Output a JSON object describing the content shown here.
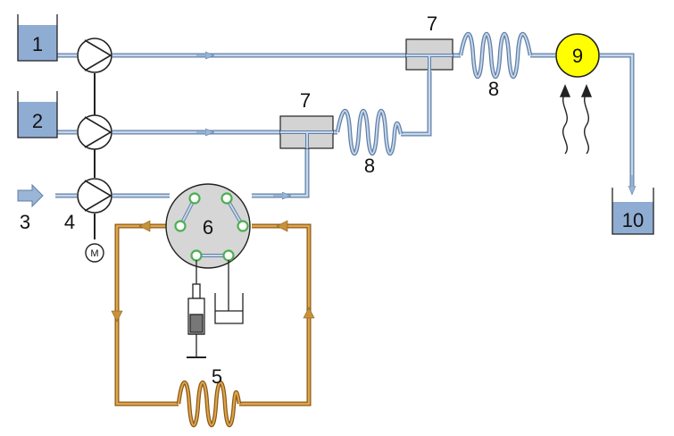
{
  "labels": {
    "reservoir_1": "1",
    "reservoir_2": "2",
    "inlet_3": "3",
    "pump_4": "4",
    "loop_5": "5",
    "valve_6": "6",
    "mixer_7_top": "7",
    "mixer_7_mid": "7",
    "coil_8_top": "8",
    "coil_8_mid": "8",
    "detector_9": "9",
    "waste_10": "10",
    "motor": "M"
  },
  "colors": {
    "tubing_blue": "#9ab5d6",
    "tubing_outline": "#5f7fa8",
    "loop_orange": "#c8923a",
    "loop_outline": "#8a5a1a",
    "reservoir_fill": "#8facd3",
    "mixer_fill": "#d3d3d3",
    "valve_fill": "#d6d6d6",
    "port_green": "#4caf50",
    "detector_yellow": "#ffff00",
    "line_dark": "#222222"
  }
}
